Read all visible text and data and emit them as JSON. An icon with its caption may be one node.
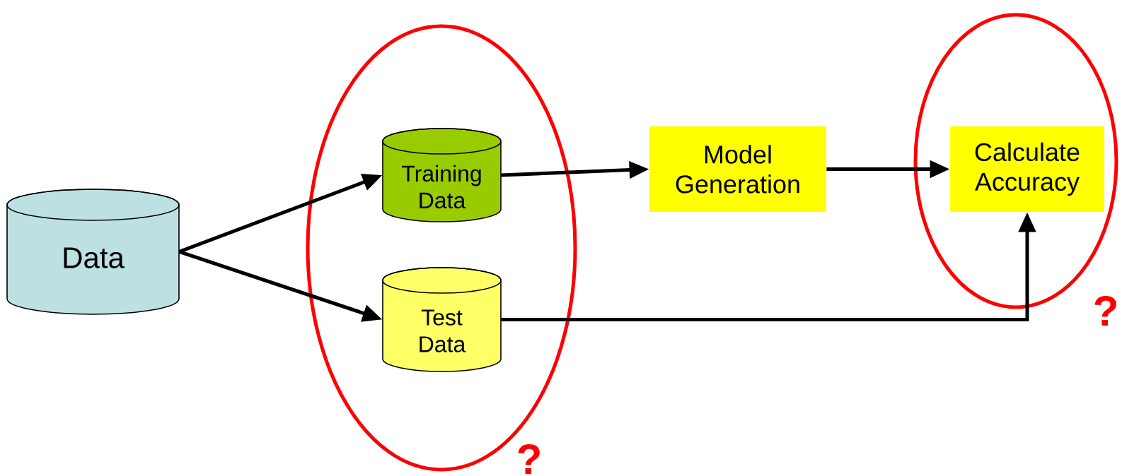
{
  "diagram": {
    "nodes": [
      {
        "text": [
          "Data"
        ]
      },
      {
        "text": [
          "Training Data"
        ]
      },
      {
        "text": [
          "Test Data"
        ]
      },
      {
        "text": [
          "Model Generation"
        ]
      },
      {
        "text": [
          "Calculate Accuracy"
        ]
      }
    ],
    "edges": [
      {
        "from": 0,
        "to": 1,
        "arrow": "to"
      },
      {
        "from": 0,
        "to": 2,
        "arrow": "to"
      },
      {
        "from": 1,
        "to": 3,
        "arrow": "to"
      },
      {
        "from": 3,
        "to": 4,
        "arrow": "to"
      },
      {
        "from": 2,
        "to": 4,
        "arrow": "to"
      }
    ],
    "labels": [
      "?",
      "?"
    ]
  }
}
